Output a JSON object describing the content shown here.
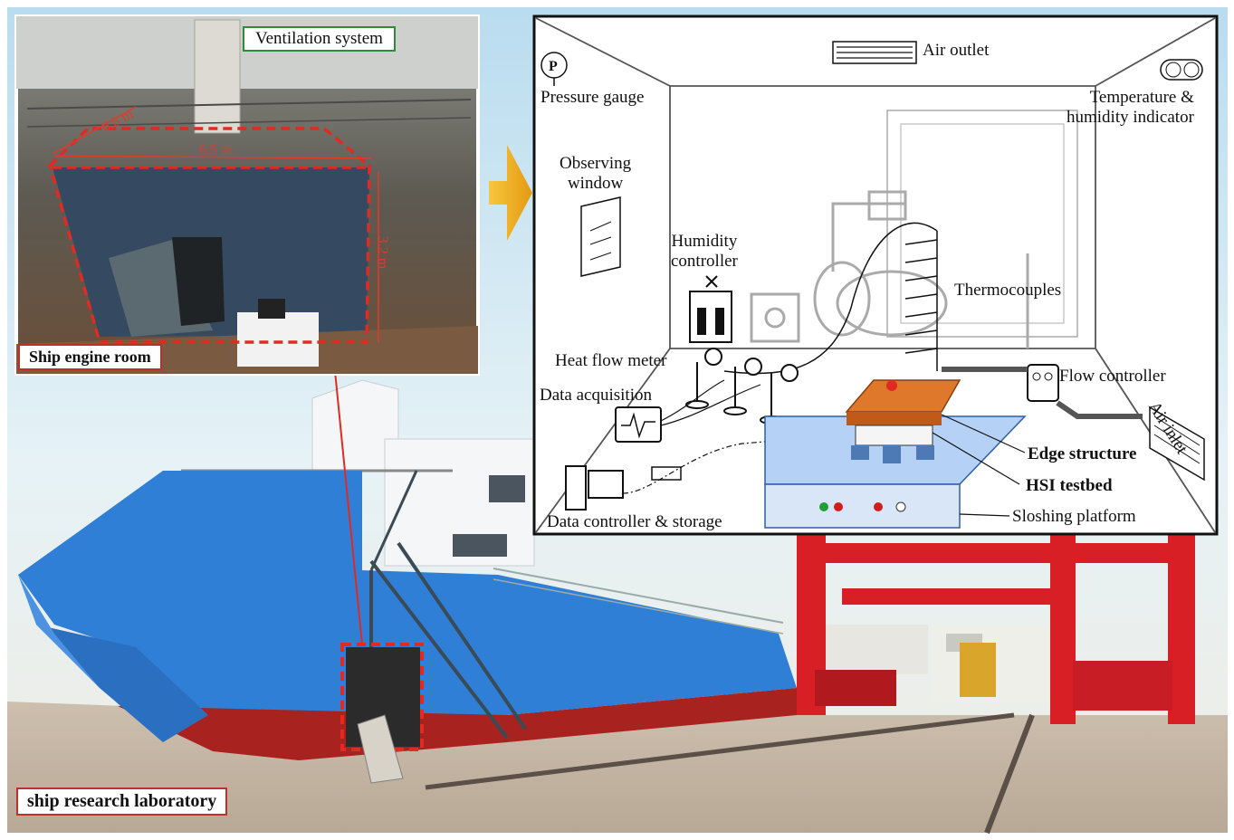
{
  "photo_labels": {
    "engine_room": "Ship engine room",
    "laboratory": "ship research laboratory",
    "ventilation": "Ventilation system"
  },
  "measurements": {
    "length": "6.8 m",
    "width": "6.5 m",
    "height": "3.2 m"
  },
  "diagram_labels": {
    "air_outlet": "Air outlet",
    "pressure_gauge": "Pressure gauge",
    "temp_humidity_line1": "Temperature &",
    "temp_humidity_line2": "humidity indicator",
    "observing_window_line1": "Observing",
    "observing_window_line2": "window",
    "humidity_controller_line1": "Humidity",
    "humidity_controller_line2": "controller",
    "thermocouples": "Thermocouples",
    "heat_flow_meter": "Heat flow meter",
    "data_acquisition": "Data acquisition",
    "flow_controller": "Flow controller",
    "air_inlet": "Air inlet",
    "edge_structure": "Edge structure",
    "hsi_testbed": "HSI testbed",
    "sloshing_platform": "Sloshing platform",
    "data_controller": "Data controller & storage"
  },
  "colors": {
    "hull_blue": "#2f7fd6",
    "hull_red": "#a8231f",
    "crane_red": "#d81f26",
    "dash_red": "#e02a22",
    "arrow_gold": "#f2b31c",
    "platform_blue": "#6fa6ea",
    "testbed_orange": "#e0782c"
  }
}
